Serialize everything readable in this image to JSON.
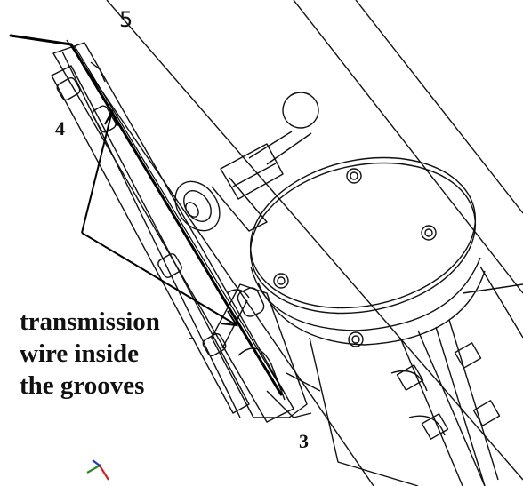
{
  "labels": {
    "part_5": "5",
    "part_4": "4",
    "part_3": "3"
  },
  "annotation": {
    "lines": [
      "transmission",
      "wire inside",
      "the grooves"
    ]
  },
  "colors": {
    "line": "#111111",
    "wire": "#000000",
    "background": "#ffffff"
  }
}
